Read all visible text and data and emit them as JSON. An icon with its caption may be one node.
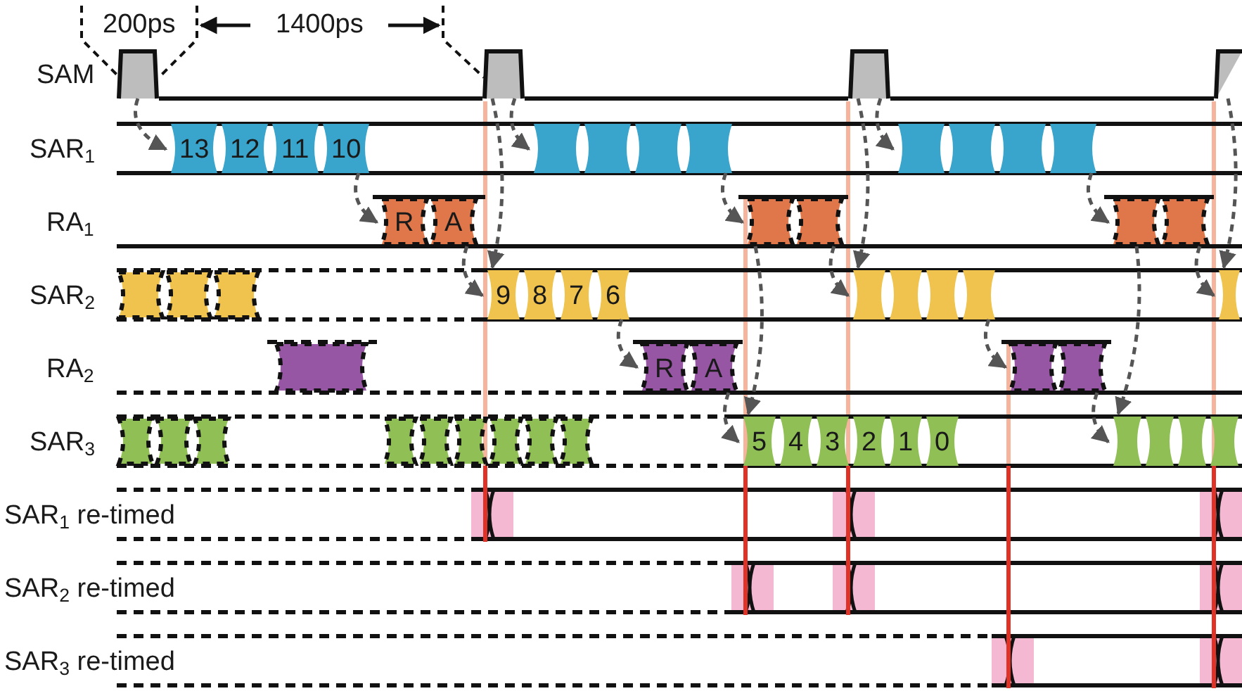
{
  "diagram": {
    "nodes": [
      {
        "text": [],
        "shape": "box"
      },
      {
        "text": [],
        "shape": "box"
      },
      {
        "text": [],
        "shape": "box"
      },
      {
        "text": [],
        "shape": "box"
      },
      {
        "text": [
          "13",
          "12",
          "11",
          "10"
        ]
      },
      {
        "text": [],
        "shape": "bar"
      },
      {
        "text": [],
        "shape": "bar"
      },
      {
        "text": [
          "R",
          "A"
        ]
      },
      {
        "text": [],
        "shape": "bar"
      },
      {
        "text": [],
        "shape": "bar"
      },
      {
        "text": [],
        "shape": "bar"
      },
      {
        "text": [
          "9",
          "8",
          "7",
          "6"
        ]
      },
      {
        "text": [],
        "shape": "bar"
      },
      {
        "text": [],
        "shape": "bar"
      },
      {
        "text": [],
        "shape": "bar"
      },
      {
        "text": [
          "R",
          "A"
        ]
      },
      {
        "text": [],
        "shape": "bar"
      },
      {
        "text": [],
        "shape": "bar"
      },
      {
        "text": [],
        "shape": "bar"
      },
      {
        "text": [
          "5",
          "4",
          "3",
          "2",
          "1",
          "0"
        ]
      },
      {
        "text": [],
        "shape": "bar"
      }
    ],
    "edges": [
      {
        "from": 0,
        "to": 4,
        "arrow": "to",
        "style": "dashed"
      },
      {
        "from": 4,
        "to": 7,
        "arrow": "to",
        "style": "dashed"
      },
      {
        "from": 7,
        "to": 11,
        "arrow": "to",
        "style": "dashed"
      },
      {
        "from": 1,
        "to": 11,
        "arrow": "to",
        "style": "dashed"
      },
      {
        "from": 1,
        "to": 5,
        "arrow": "to",
        "style": "dashed"
      },
      {
        "from": 11,
        "to": 15,
        "arrow": "to",
        "style": "dashed"
      },
      {
        "from": 8,
        "to": 19,
        "arrow": "to",
        "style": "dashed"
      },
      {
        "from": 15,
        "to": 19,
        "arrow": "to",
        "style": "dashed"
      },
      {
        "from": 5,
        "to": 8,
        "arrow": "to",
        "style": "dashed"
      },
      {
        "from": 8,
        "to": 12,
        "arrow": "to",
        "style": "dashed"
      },
      {
        "from": 2,
        "to": 6,
        "arrow": "to",
        "style": "dashed"
      },
      {
        "from": 2,
        "to": 12,
        "arrow": "to",
        "style": "dashed"
      },
      {
        "from": 12,
        "to": 16,
        "arrow": "to",
        "style": "dashed"
      },
      {
        "from": 6,
        "to": 9,
        "arrow": "to",
        "style": "dashed"
      },
      {
        "from": 9,
        "to": 20,
        "arrow": "to",
        "style": "dashed"
      },
      {
        "from": 16,
        "to": 20,
        "arrow": "to",
        "style": "dashed"
      },
      {
        "from": 9,
        "to": 13,
        "arrow": "to",
        "style": "dashed"
      },
      {
        "from": 3,
        "to": 13,
        "arrow": "to",
        "style": "dashed"
      }
    ],
    "labels": [
      "200ps",
      "1400ps",
      "SAM",
      "SAR$_{1}$",
      "RA$_{1}$",
      "SAR$_{2}$",
      "RA$_{2}$",
      "SAR$_{3}$",
      "SAR$_{1}$ re-timed",
      "SAR$_{2}$ re-timed",
      "SAR$_{3}$ re-timed"
    ]
  }
}
